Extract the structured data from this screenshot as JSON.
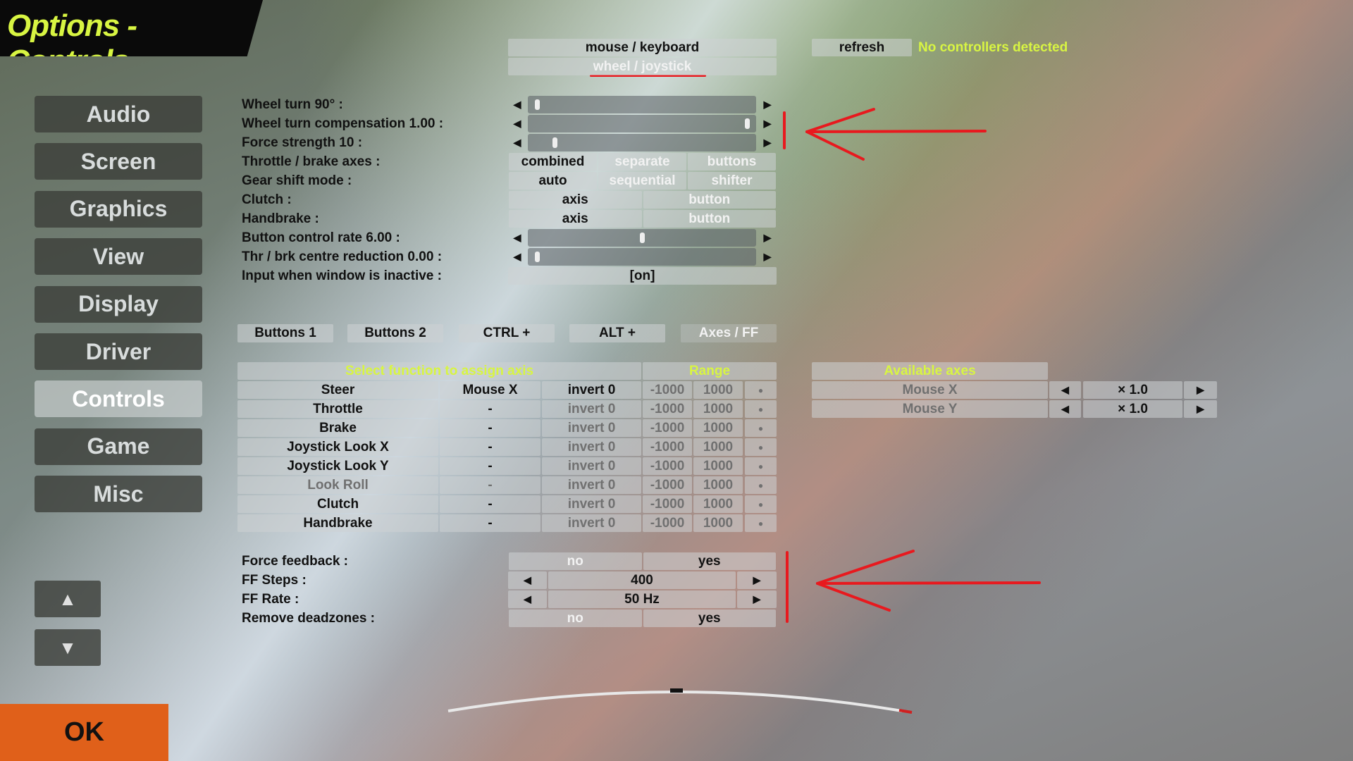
{
  "title": "Options - Controls",
  "sidebar": {
    "items": [
      {
        "label": "Audio"
      },
      {
        "label": "Screen"
      },
      {
        "label": "Graphics"
      },
      {
        "label": "View"
      },
      {
        "label": "Display"
      },
      {
        "label": "Driver"
      },
      {
        "label": "Controls",
        "active": true
      },
      {
        "label": "Game"
      },
      {
        "label": "Misc"
      }
    ],
    "up": "▲",
    "down": "▼"
  },
  "ok_label": "OK",
  "mode": {
    "mouse_keyboard": "mouse / keyboard",
    "wheel_joystick": "wheel / joystick",
    "refresh": "refresh",
    "status": "No controllers detected"
  },
  "settings": [
    {
      "label": "Wheel turn 90° :",
      "type": "slider",
      "value": 0.02
    },
    {
      "label": "Wheel turn compensation 1.00 :",
      "type": "slider",
      "value": 0.98
    },
    {
      "label": "Force strength 10 :",
      "type": "slider",
      "value": 0.1
    },
    {
      "label": "Throttle / brake axes :",
      "type": "options",
      "options": [
        "combined",
        "separate",
        "buttons"
      ],
      "selected": 0
    },
    {
      "label": "Gear shift mode :",
      "type": "options",
      "options": [
        "auto",
        "sequential",
        "shifter"
      ],
      "selected": 0
    },
    {
      "label": "Clutch :",
      "type": "options",
      "options": [
        "axis",
        "button"
      ],
      "selected": 0
    },
    {
      "label": "Handbrake :",
      "type": "options",
      "options": [
        "axis",
        "button"
      ],
      "selected": 0
    },
    {
      "label": "Button control rate 6.00 :",
      "type": "slider",
      "value": 0.5
    },
    {
      "label": "Thr / brk centre reduction 0.00 :",
      "type": "slider",
      "value": 0.02
    },
    {
      "label": "Input when window is inactive :",
      "type": "value",
      "value": "[on]"
    }
  ],
  "tabs": [
    {
      "label": "Buttons 1"
    },
    {
      "label": "Buttons 2"
    },
    {
      "label": "CTRL +"
    },
    {
      "label": "ALT +"
    },
    {
      "label": "Axes / FF",
      "active": true
    }
  ],
  "axes_table": {
    "header": "Select function to assign axis",
    "range_header": "Range",
    "rows": [
      {
        "name": "Steer",
        "axis": "Mouse X",
        "invert": "invert 0",
        "min": "-1000",
        "max": "1000",
        "active": true
      },
      {
        "name": "Throttle",
        "axis": "-",
        "invert": "invert 0",
        "min": "-1000",
        "max": "1000"
      },
      {
        "name": "Brake",
        "axis": "-",
        "invert": "invert 0",
        "min": "-1000",
        "max": "1000"
      },
      {
        "name": "Joystick Look X",
        "axis": "-",
        "invert": "invert 0",
        "min": "-1000",
        "max": "1000"
      },
      {
        "name": "Joystick Look Y",
        "axis": "-",
        "invert": "invert 0",
        "min": "-1000",
        "max": "1000"
      },
      {
        "name": "Look Roll",
        "axis": "-",
        "invert": "invert 0",
        "min": "-1000",
        "max": "1000",
        "disabled": true
      },
      {
        "name": "Clutch",
        "axis": "-",
        "invert": "invert 0",
        "min": "-1000",
        "max": "1000"
      },
      {
        "name": "Handbrake",
        "axis": "-",
        "invert": "invert 0",
        "min": "-1000",
        "max": "1000"
      }
    ]
  },
  "available_axes": {
    "header": "Available axes",
    "rows": [
      {
        "name": "Mouse X",
        "scale": "× 1.0"
      },
      {
        "name": "Mouse Y",
        "scale": "× 1.0"
      }
    ]
  },
  "force_feedback": [
    {
      "label": "Force feedback :",
      "type": "options",
      "options": [
        "no",
        "yes"
      ],
      "selected": 1
    },
    {
      "label": "FF Steps :",
      "type": "stepper",
      "value": "400"
    },
    {
      "label": "FF Rate :",
      "type": "stepper",
      "value": "50 Hz"
    },
    {
      "label": "Remove deadzones :",
      "type": "options",
      "options": [
        "no",
        "yes"
      ],
      "selected": 1
    }
  ],
  "colors": {
    "accent": "#d8f542",
    "ok": "#e0601a",
    "annotation": "#e8191e"
  }
}
